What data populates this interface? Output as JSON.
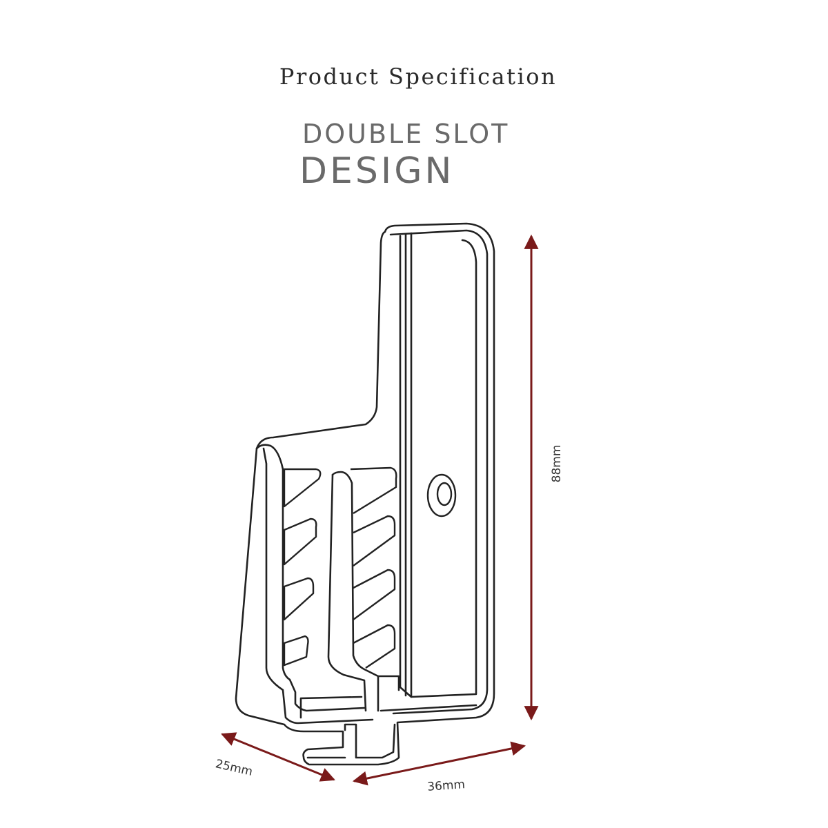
{
  "header": {
    "title": "Product Specification",
    "subtitle_line1": "DOUBLE SLOT",
    "subtitle_line2": "DESIGN"
  },
  "dimensions": {
    "height": "88mm",
    "depth": "25mm",
    "width": "36mm"
  },
  "colors": {
    "line": "#222222",
    "dimension_arrow": "#7a1a1a",
    "text_gray": "#6a6a6a"
  }
}
